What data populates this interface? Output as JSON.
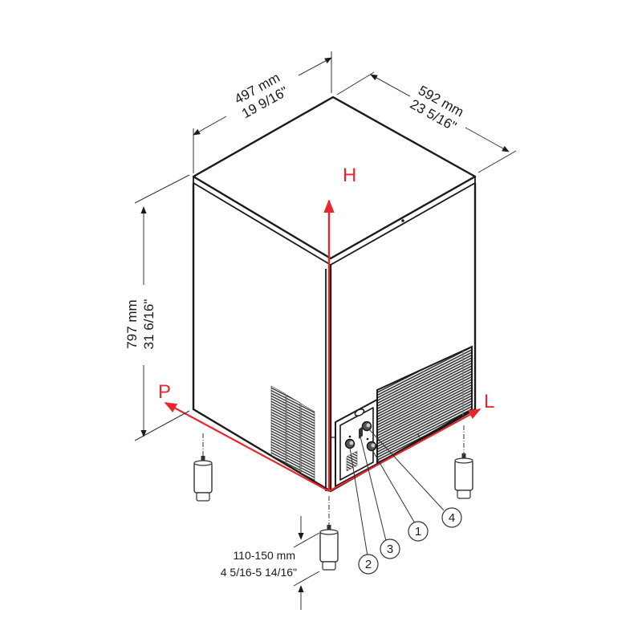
{
  "diagram": {
    "type": "isometric dimension drawing",
    "subject": "ice machine cabinet"
  },
  "dimensions": {
    "width": {
      "mm": "497 mm",
      "inch": "19 9/16\""
    },
    "depth": {
      "mm": "592 mm",
      "inch": "23 5/16\""
    },
    "height": {
      "mm": "797 mm",
      "inch": "31 6/16\""
    },
    "feet": {
      "mm": "110-150 mm",
      "inch": "4 5/16-5 14/16\""
    }
  },
  "axes": {
    "height_label": "H",
    "depth_label": "P",
    "length_label": "L",
    "color": "#e8262b"
  },
  "callouts": [
    {
      "label": "2"
    },
    {
      "label": "3"
    },
    {
      "label": "1"
    },
    {
      "label": "4"
    }
  ],
  "colors": {
    "line": "#1a1a1a",
    "accent": "#e8262b",
    "background": "#ffffff"
  }
}
